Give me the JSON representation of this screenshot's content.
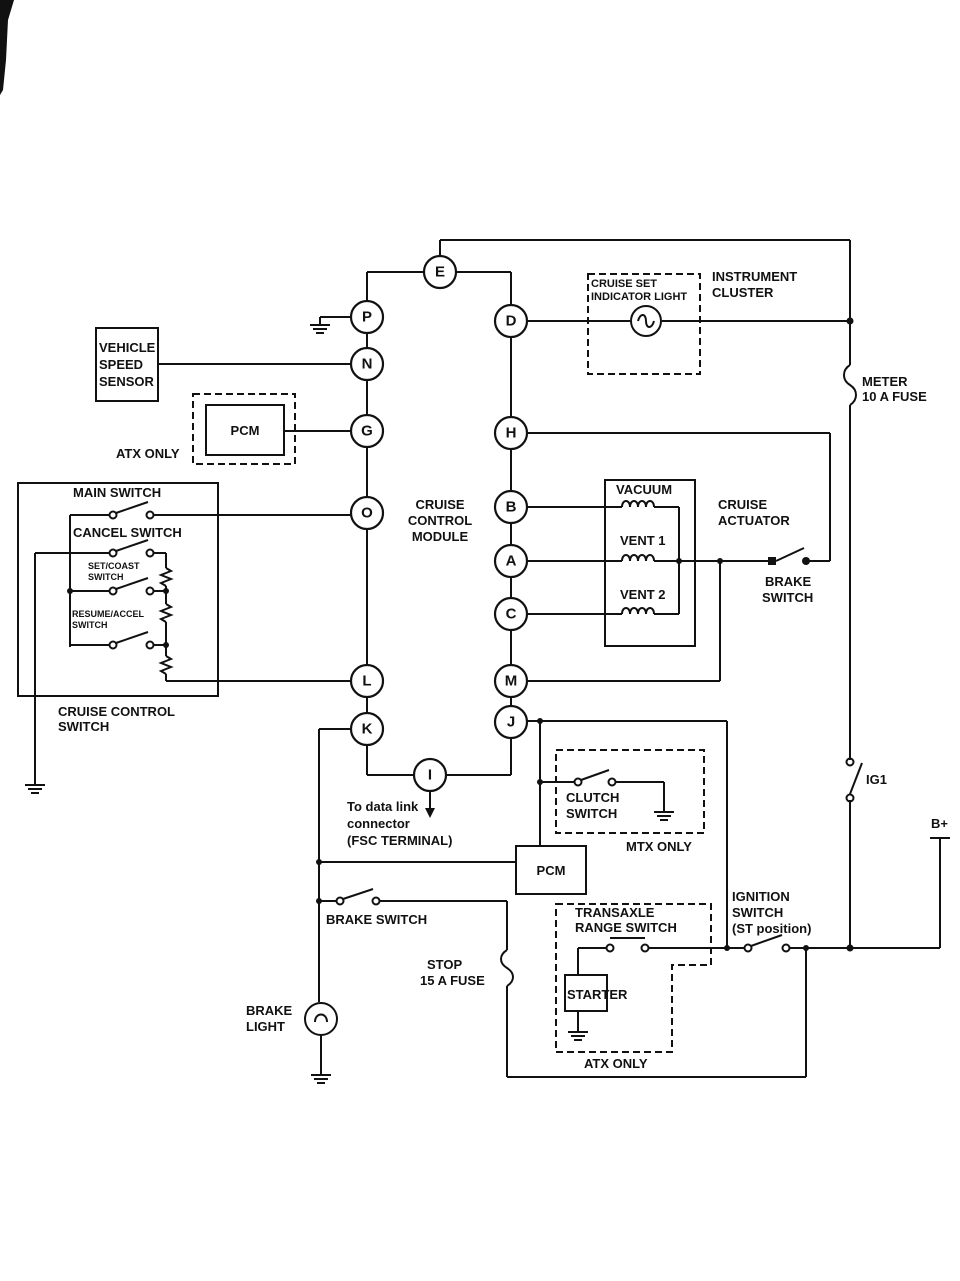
{
  "module": {
    "line1": "CRUISE",
    "line2": "CONTROL",
    "line3": "MODULE"
  },
  "terminals": {
    "E": "E",
    "P": "P",
    "N": "N",
    "G": "G",
    "O": "O",
    "L": "L",
    "K": "K",
    "I": "I",
    "D": "D",
    "H": "H",
    "B": "B",
    "A": "A",
    "C": "C",
    "M": "M",
    "J": "J"
  },
  "vehicle_speed_sensor": {
    "line1": "VEHICLE",
    "line2": "SPEED",
    "line3": "SENSOR"
  },
  "pcm_atx": {
    "label": "PCM",
    "note": "ATX ONLY"
  },
  "instrument_cluster": {
    "light_line1": "CRUISE SET",
    "light_line2": "INDICATOR LIGHT",
    "title_line1": "INSTRUMENT",
    "title_line2": "CLUSTER"
  },
  "meter_fuse": {
    "line1": "METER",
    "line2": "10 A FUSE"
  },
  "cruise_switch": {
    "main": "MAIN SWITCH",
    "cancel": "CANCEL SWITCH",
    "set_coast_line1": "SET/COAST",
    "set_coast_line2": "SWITCH",
    "resume_line1": "RESUME/ACCEL",
    "resume_line2": "SWITCH",
    "title_line1": "CRUISE CONTROL",
    "title_line2": "SWITCH"
  },
  "actuator": {
    "vacuum": "VACUUM",
    "vent1": "VENT 1",
    "vent2": "VENT 2",
    "title_line1": "CRUISE",
    "title_line2": "ACTUATOR"
  },
  "brake_switch_upper": {
    "line1": "BRAKE",
    "line2": "SWITCH"
  },
  "data_link": {
    "line1": "To data link",
    "line2": "connector",
    "line3": "(FSC TERMINAL)"
  },
  "clutch": {
    "line1": "CLUTCH",
    "line2": "SWITCH",
    "note": "MTX ONLY"
  },
  "ig1": "IG1",
  "battery": "B+",
  "pcm_lower": "PCM",
  "brake_switch_lower": "BRAKE SWITCH",
  "transaxle": {
    "line1": "TRANSAXLE",
    "line2": "RANGE SWITCH",
    "starter": "STARTER",
    "note": "ATX ONLY"
  },
  "ignition": {
    "line1": "IGNITION",
    "line2": "SWITCH",
    "line3": "(ST position)"
  },
  "stop_fuse": {
    "line1": "STOP",
    "line2": "15 A FUSE"
  },
  "brake_light": {
    "line1": "BRAKE",
    "line2": "LIGHT"
  }
}
